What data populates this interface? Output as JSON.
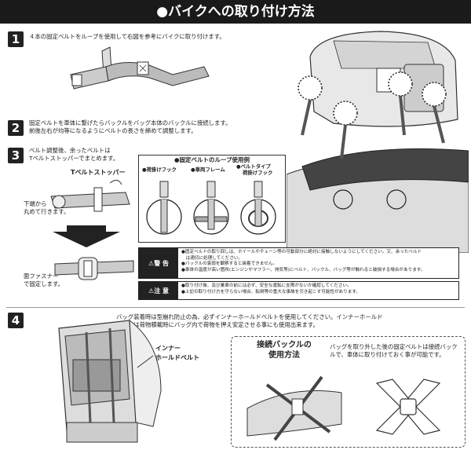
{
  "title": "●バイクへの取り付け方法",
  "steps": {
    "s1": {
      "num": "1",
      "text": "４本の固定ベルトをループを使用して右図を参考にバイクに取り付けます。"
    },
    "s2": {
      "num": "2",
      "text1": "固定ベルトを車体に繋げたらバックルをバッグ本体のバックルに接続します。",
      "text2": "前後左右が均等になるようにベルトの長さを締めて調整します。"
    },
    "s3": {
      "num": "3",
      "text1": "ベルト調整後、余ったベルトは",
      "text2": "Tベルトストッパーでまとめます。",
      "stopper": "Tベルトストッパー",
      "roll1": "下端から",
      "roll2": "丸めて行きます。",
      "fastener1": "面ファスナー",
      "fastener2": "で固定します。"
    },
    "s4": {
      "num": "4",
      "text1": "バッグ装着時は型崩れ防止の為、必ずインナーホールドベルトを使用してください。インナーホールド",
      "text2": "ベルトは荷物積載時にバッグ内で荷物を押え安定させる事にも使用出来ます。",
      "inner1": "インナー",
      "inner2": "ホールドベルト"
    }
  },
  "loop": {
    "heading": "●固定ベルトのループ使用例",
    "items": [
      {
        "label": "●荷掛けフック"
      },
      {
        "label": "●車両フレーム"
      },
      {
        "label": "●ベルトタイプ",
        "label2": "荷掛けフック"
      }
    ]
  },
  "warning": {
    "tag": "⚠警 告",
    "lines": [
      "●固定ベルトの取り回しは、ホイールやチェーン等の可動部分に絶対に接触しないようにしてください。又、余ったベルト",
      "　は適切に処理してください。",
      "●バックルの衰弱を観察すると装着できません。",
      "●車体の温度が高い箇所(エンジンやマフラー、排気等)にベルト、バックル、バッグ等が触れると破損する場合があります。"
    ]
  },
  "caution": {
    "tag": "⚠注 意",
    "lines": [
      "●取り付け後、及び乗車の前には必ず、安全な運転に支障がないか確認してください。",
      "●上記の取り付け方を守らない場合、転倒等の重大な事故を引き起こす可能性があります。"
    ]
  },
  "buckle": {
    "title1": "接続バックルの",
    "title2": "使用方法",
    "desc1": "バッグを取り外した後の固定ベルトは接続バック",
    "desc2": "ルで、車体に取り付けておく事が可能です。"
  }
}
